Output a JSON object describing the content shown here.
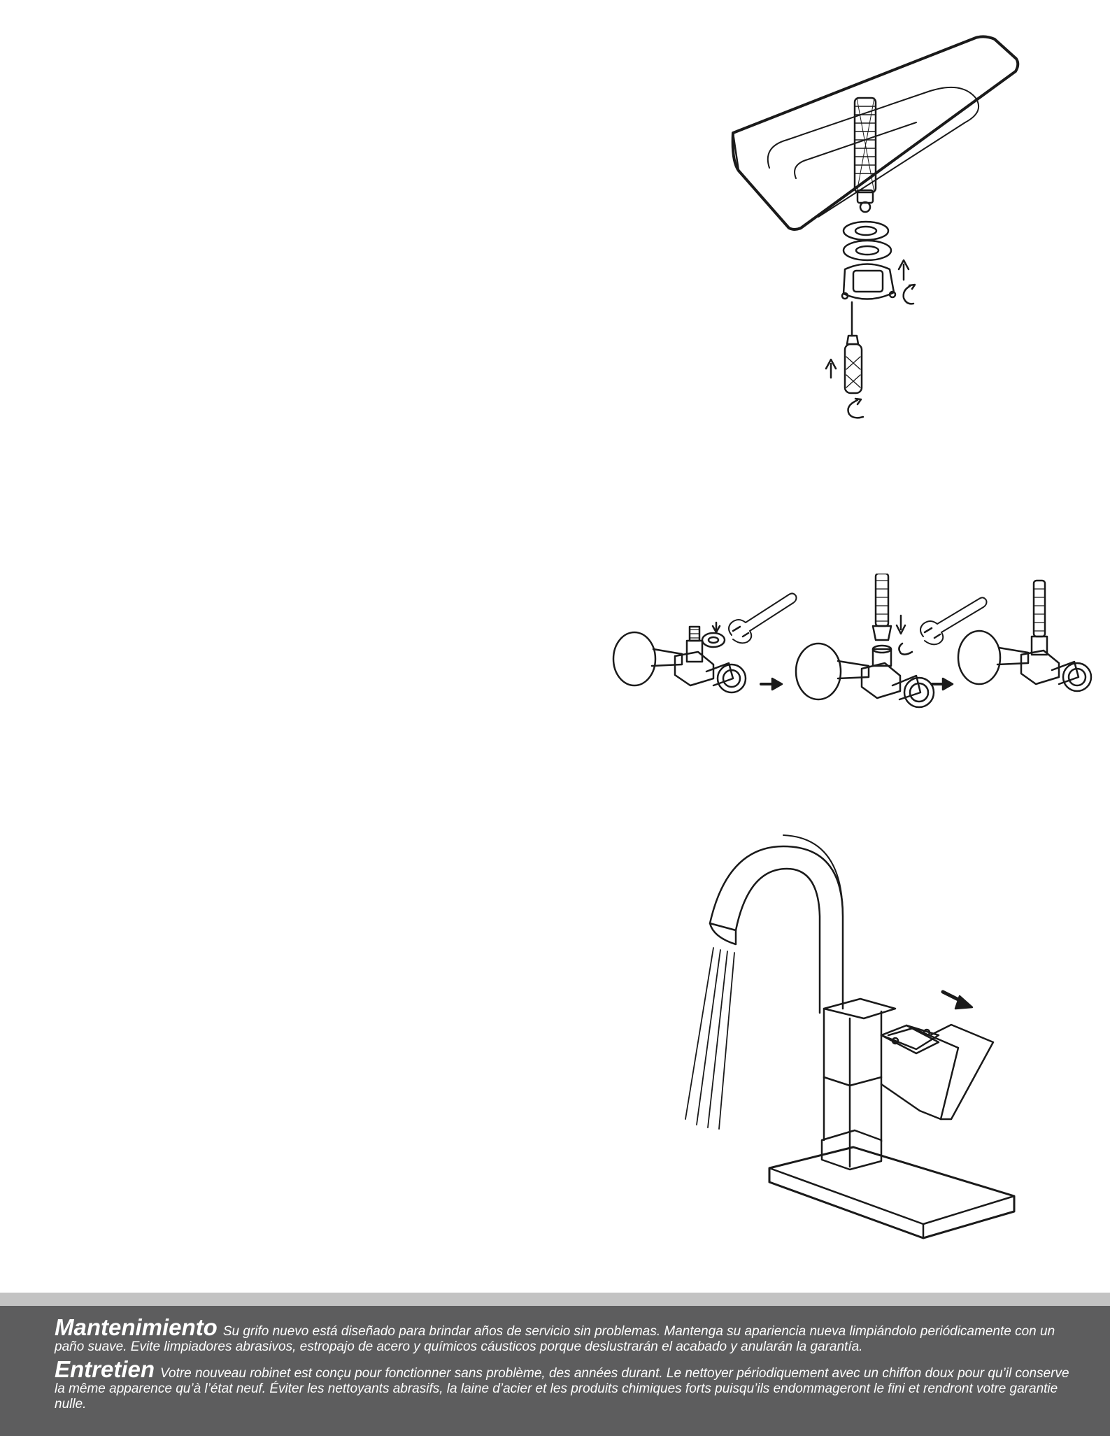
{
  "illustrations": {
    "mounting": {
      "icon": "under-sink-mounting-illustration"
    },
    "supply": {
      "icon": "supply-line-connection-illustration"
    },
    "faucet": {
      "icon": "faucet-handle-operation-illustration"
    }
  },
  "footer": {
    "band_color": "#c3c3c3",
    "background_color": "#5d5d5e",
    "spanish": {
      "title": "Mantenimiento",
      "body": "Su grifo nuevo está diseñado para brindar años de servicio sin problemas. Mantenga su apariencia nueva limpiándolo periódicamente con un paño suave. Evite limpiadores abrasivos, estropajo de acero y químicos cáusticos porque deslustrarán el acabado y anularán la garantía."
    },
    "french": {
      "title": "Entretien",
      "body": "Votre nouveau robinet est conçu pour fonctionner sans problème, des années durant. Le nettoyer périodiquement avec un chiffon doux pour qu’il conserve la même apparence qu’à l’état neuf. Éviter les nettoyants abrasifs, la laine d’acier et les produits chimiques forts puisqu’ils endommageront le fini et rendront votre garantie nulle."
    }
  }
}
